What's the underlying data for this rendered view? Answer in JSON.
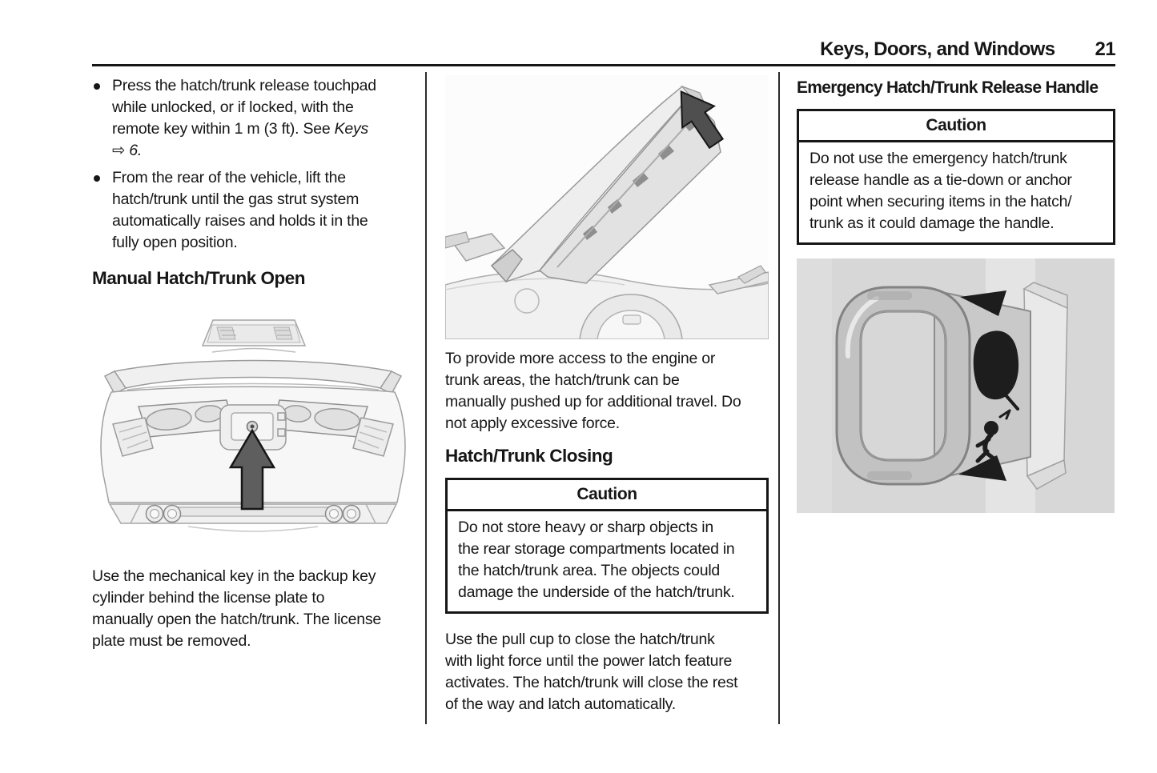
{
  "page": {
    "section_title": "Keys, Doors, and Windows",
    "page_number": "21"
  },
  "colors": {
    "text": "#161616",
    "handle_figure_background": "#d7d7d7",
    "arrow_fill": "#5e5e5e",
    "line_art_gray": "#ededed"
  },
  "column1": {
    "bullet1": {
      "line1": "Press the hatch/trunk release touchpad",
      "line2": "while unlocked, or if locked, with the",
      "line3_text": "remote key within 1 m (3 ft). See ",
      "line3_italic": "Keys",
      "line4_arrow": "⇨",
      "line4_ref": "6."
    },
    "bullet2": {
      "line1": "From the rear of the vehicle, lift the",
      "line2": "hatch/trunk until the gas strut system",
      "line3": "automatically raises and holds it in the",
      "line4": "fully open position."
    },
    "heading": "Manual Hatch/Trunk Open",
    "caption": {
      "line1": "Use the mechanical key in the backup key",
      "line2": "cylinder behind the license plate to",
      "line3": "manually open the hatch/trunk. The license",
      "line4": "plate must be removed."
    }
  },
  "column2": {
    "paragraph1": {
      "line1": "To provide more access to the engine or",
      "line2": "trunk areas, the hatch/trunk can be",
      "line3": "manually pushed up for additional travel. Do",
      "line4": "not apply excessive force."
    },
    "heading": "Hatch/Trunk Closing",
    "caution": {
      "title": "Caution",
      "line1": "Do not store heavy or sharp objects in",
      "line2": "the rear storage compartments located in",
      "line3": "the hatch/trunk area. The objects could",
      "line4": "damage the underside of the hatch/trunk."
    },
    "paragraph2": {
      "line1": "Use the pull cup to close the hatch/trunk",
      "line2": "with light force until the power latch feature",
      "line3": "activates. The hatch/trunk will close the rest",
      "line4": "of the way and latch automatically."
    }
  },
  "column3": {
    "heading": "Emergency Hatch/Trunk Release Handle",
    "caution": {
      "title": "Caution",
      "line1": "Do not use the emergency hatch/trunk",
      "line2": "release handle as a tie-down or anchor",
      "line3": "point when securing items in the hatch/",
      "line4": "trunk as it could damage the handle."
    }
  }
}
